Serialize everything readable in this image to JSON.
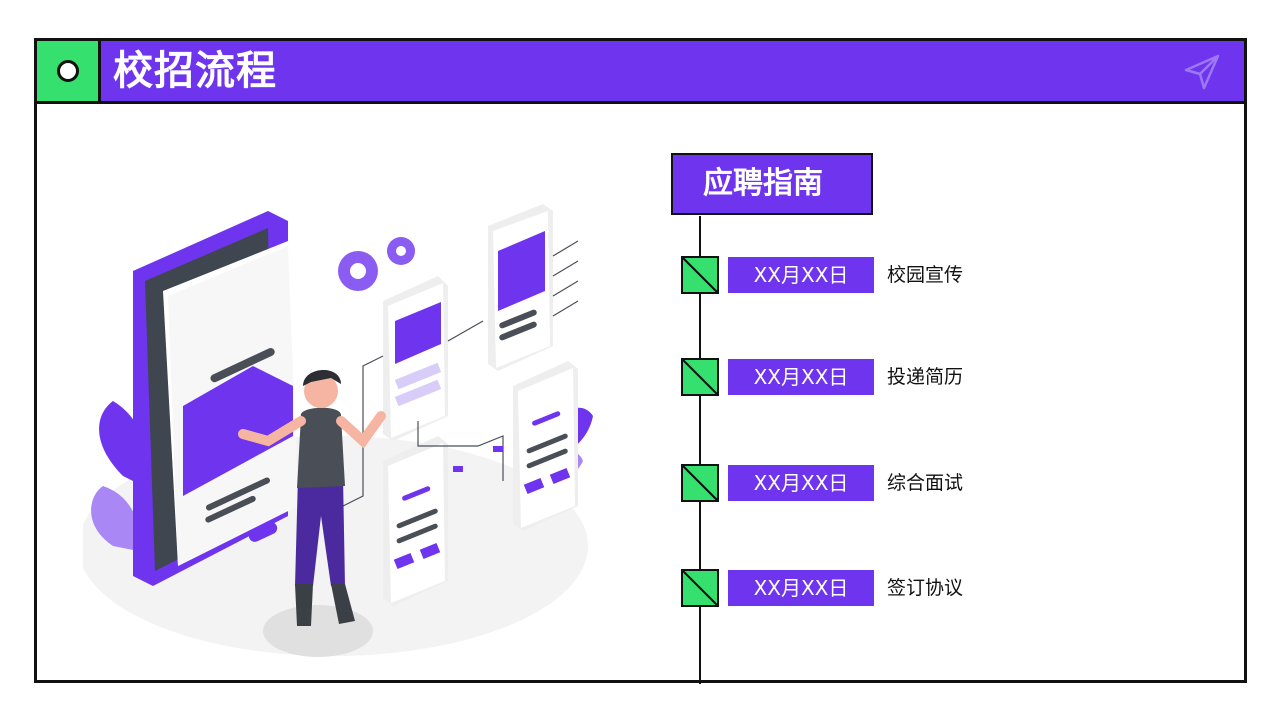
{
  "header": {
    "title": "校招流程"
  },
  "guide": {
    "title": "应聘指南"
  },
  "steps": [
    {
      "date": "XX月XX日",
      "label": "校园宣传"
    },
    {
      "date": "XX月XX日",
      "label": "投递简历"
    },
    {
      "date": "XX月XX日",
      "label": "综合面试"
    },
    {
      "date": "XX月XX日",
      "label": "签订协议"
    }
  ],
  "colors": {
    "accent": "#6e34ee",
    "green": "#35e06e",
    "border": "#111111"
  },
  "icons": {
    "header_badge": "circle-icon",
    "header_right": "paper-plane-icon",
    "step_marker": "diagonal-square-icon"
  }
}
